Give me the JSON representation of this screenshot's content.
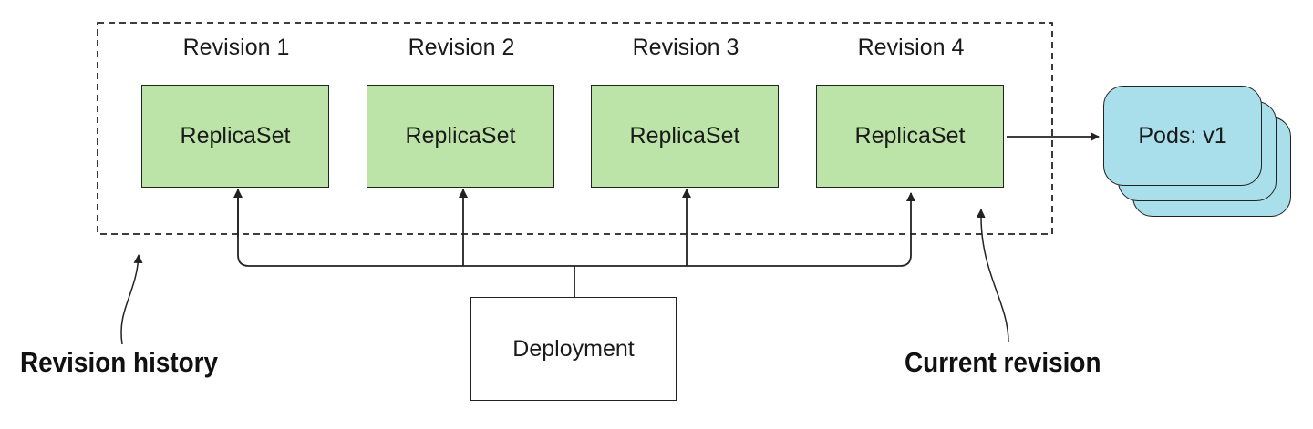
{
  "revisions": [
    {
      "label": "Revision 1",
      "box": "ReplicaSet"
    },
    {
      "label": "Revision 2",
      "box": "ReplicaSet"
    },
    {
      "label": "Revision 3",
      "box": "ReplicaSet"
    },
    {
      "label": "Revision 4",
      "box": "ReplicaSet"
    }
  ],
  "pods": {
    "label": "Pods: v1"
  },
  "deployment": {
    "label": "Deployment"
  },
  "callouts": {
    "history": "Revision history",
    "current": "Current revision"
  },
  "colors": {
    "replicaset_fill": "#bde4a8",
    "pod_fill": "#a8dfea",
    "line": "#222222"
  }
}
